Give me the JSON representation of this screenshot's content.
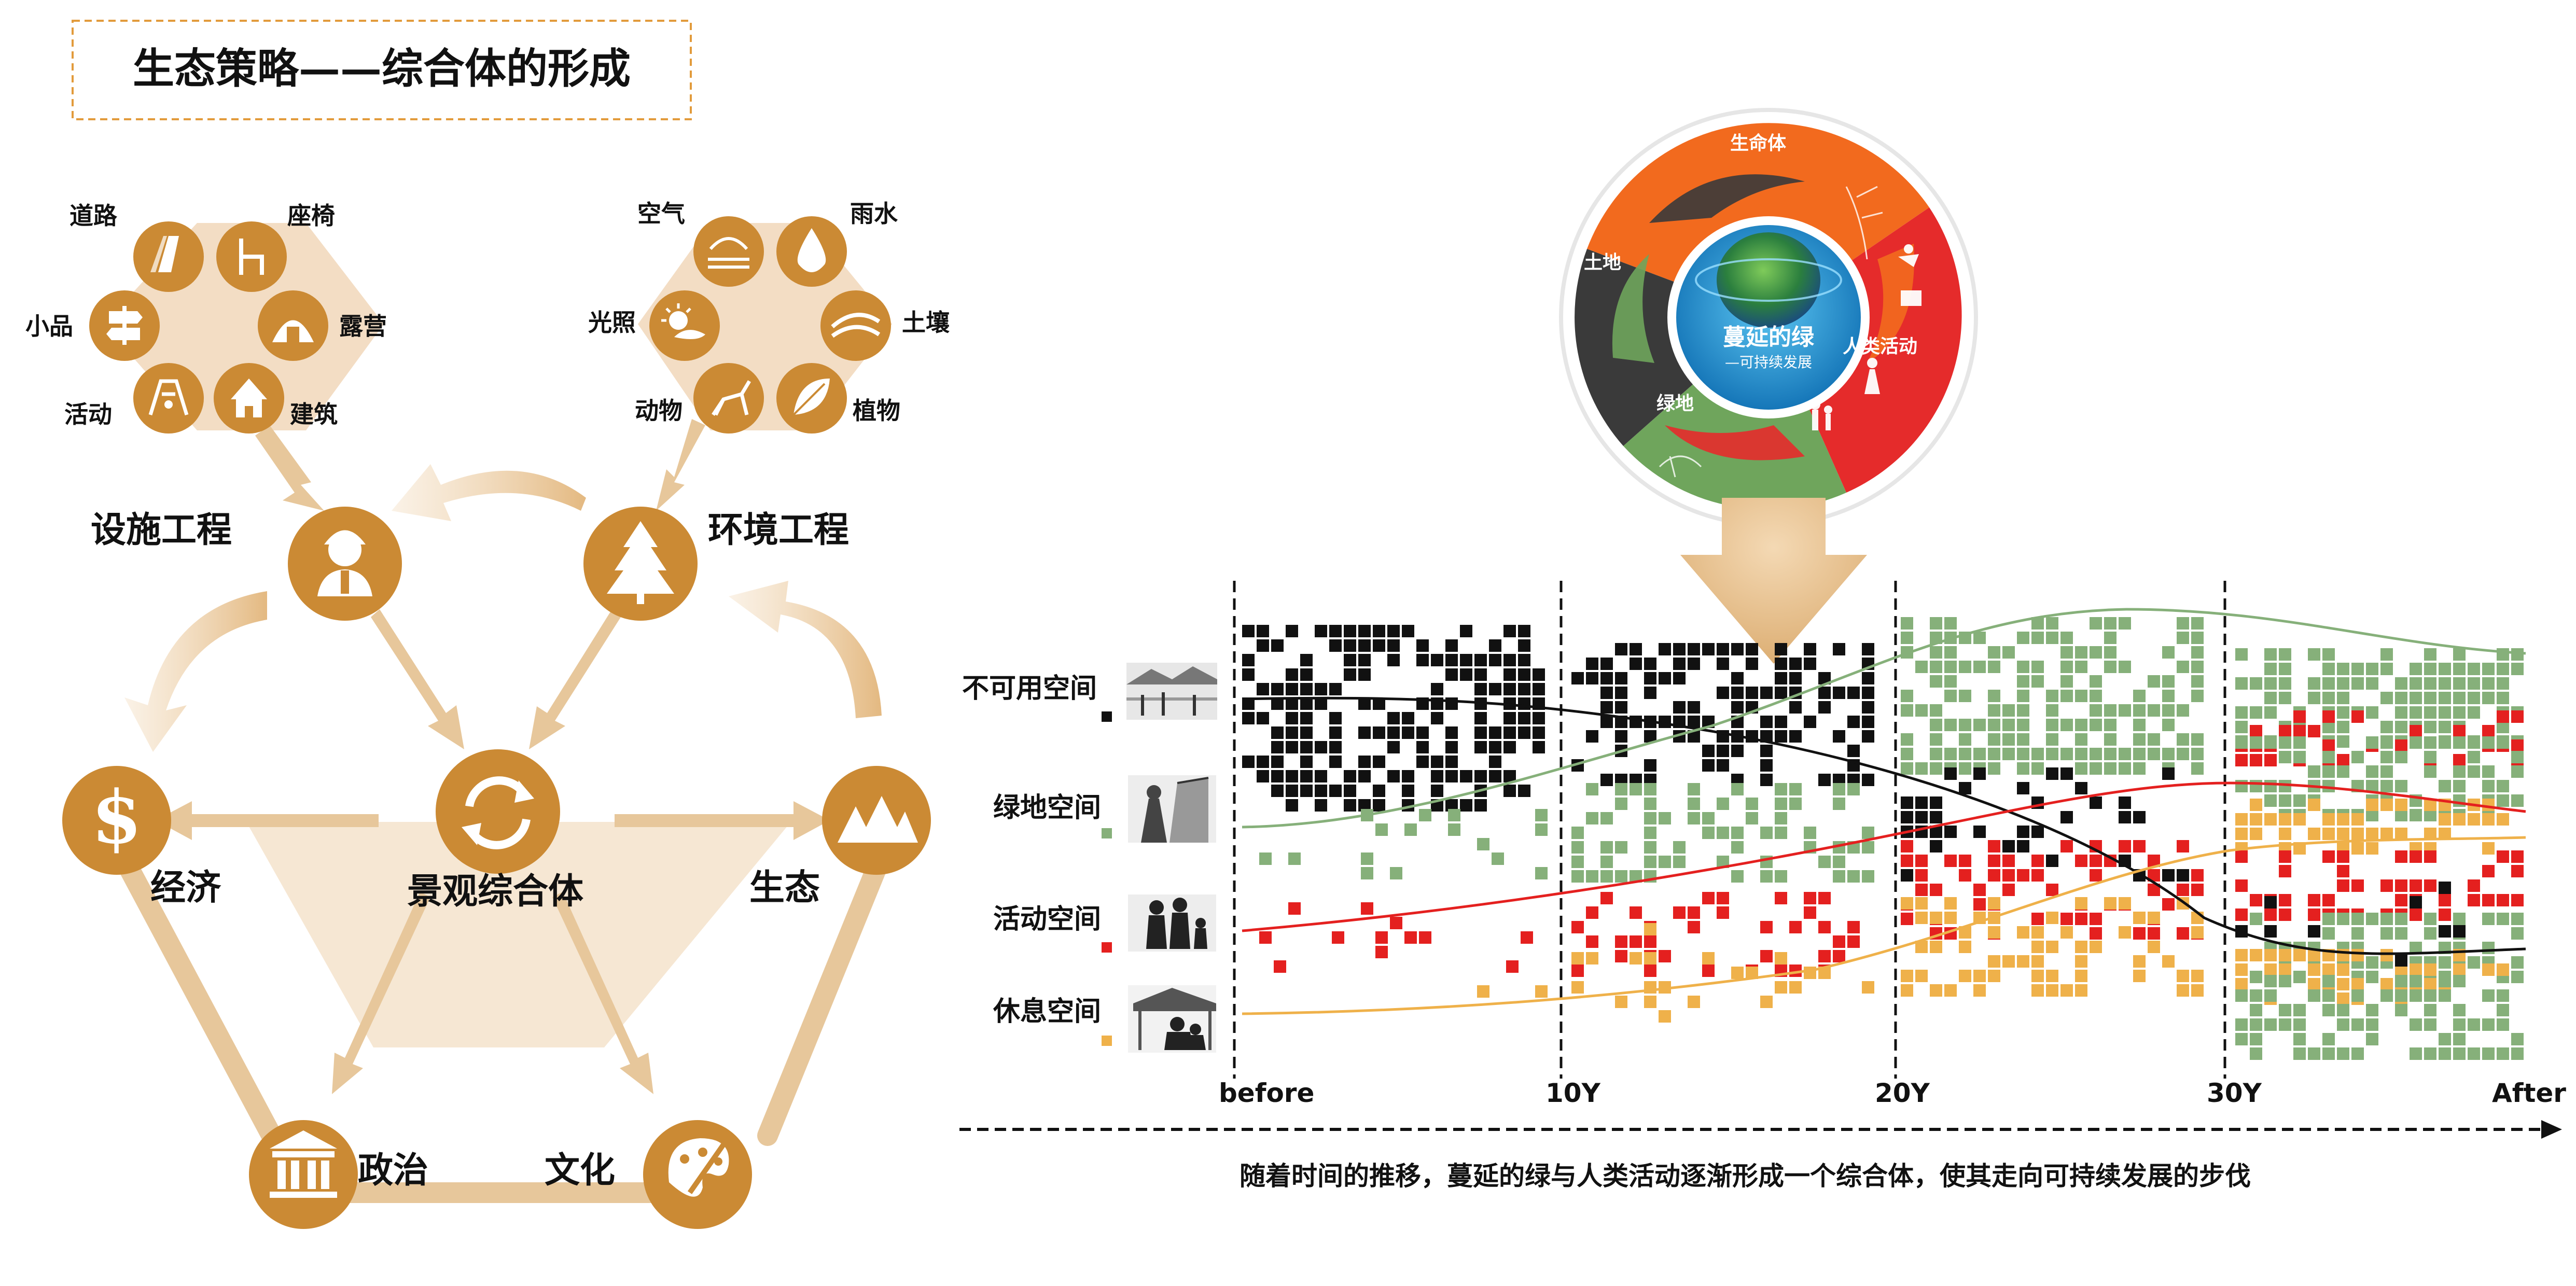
{
  "title": "生态策略——综合体的形成",
  "colors": {
    "accent": "#CB8A34",
    "accent_light": "#E7C79B",
    "accent_pale": "#F6E7D3",
    "hex_fill": "#F3DDC4",
    "green": "#86B07A",
    "red": "#E4201F",
    "orange": "#EFB14A",
    "black": "#111111",
    "ring_orange": "#F26A1E",
    "ring_dark": "#3A3A3A",
    "ring_green": "#6FA55C",
    "ring_red": "#E52B2B",
    "core_blue": "#1E8FD0"
  },
  "left": {
    "facility_hex": [
      {
        "label": "道路",
        "icon": "road-icon"
      },
      {
        "label": "座椅",
        "icon": "chair-icon"
      },
      {
        "label": "露营",
        "icon": "tent-icon"
      },
      {
        "label": "建筑",
        "icon": "house-icon"
      },
      {
        "label": "活动",
        "icon": "swing-icon"
      },
      {
        "label": "小品",
        "icon": "signpost-icon"
      }
    ],
    "environment_hex": [
      {
        "label": "空气",
        "icon": "air-icon"
      },
      {
        "label": "雨水",
        "icon": "raindrop-icon"
      },
      {
        "label": "土壤",
        "icon": "soil-icon"
      },
      {
        "label": "植物",
        "icon": "leaf-icon"
      },
      {
        "label": "动物",
        "icon": "deer-icon"
      },
      {
        "label": "光照",
        "icon": "sun-icon"
      }
    ],
    "facility_engineering": "设施工程",
    "environment_engineering": "环境工程",
    "landscape_complex": "景观综合体",
    "economy": "经济",
    "ecology": "生态",
    "politics": "政治",
    "culture": "文化"
  },
  "circle": {
    "labels": {
      "life": "生命体",
      "land": "土地",
      "human": "人类活动",
      "greenland": "绿地"
    },
    "core_title": "蔓延的绿",
    "core_subtitle": "—可持续发展"
  },
  "timeline": {
    "rows": [
      "不可用空间",
      "绿地空间",
      "活动空间",
      "休息空间"
    ],
    "ticks": [
      "before",
      "10Y",
      "20Y",
      "30Y",
      "After"
    ],
    "caption": "随着时间的推移，蔓延的绿与人类活动逐渐形成一个综合体，使其走向可持续发展的步伐"
  }
}
